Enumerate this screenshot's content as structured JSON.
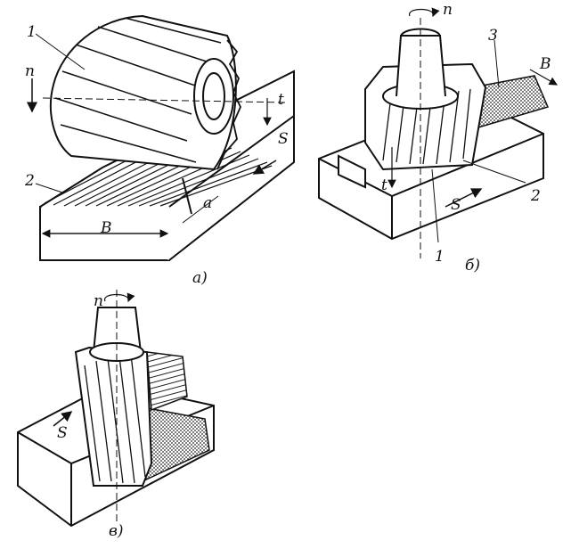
{
  "figure_a": {
    "caption": "а)",
    "labels": {
      "part1": "1",
      "part2": "2",
      "speed_n": "n",
      "depth_t": "t",
      "feed_s": "S",
      "width_b": "B",
      "dim_a": "a"
    }
  },
  "figure_b": {
    "caption": "б)",
    "labels": {
      "speed_n": "n",
      "part3": "3",
      "width_b": "B",
      "depth_t": "t",
      "feed_s": "S",
      "part2": "2",
      "part1": "1"
    }
  },
  "figure_v": {
    "caption": "в)",
    "labels": {
      "speed_n": "n",
      "feed_s": "S"
    }
  },
  "colors": {
    "ink": "#111111",
    "paper": "#ffffff",
    "shade": "#555555"
  }
}
